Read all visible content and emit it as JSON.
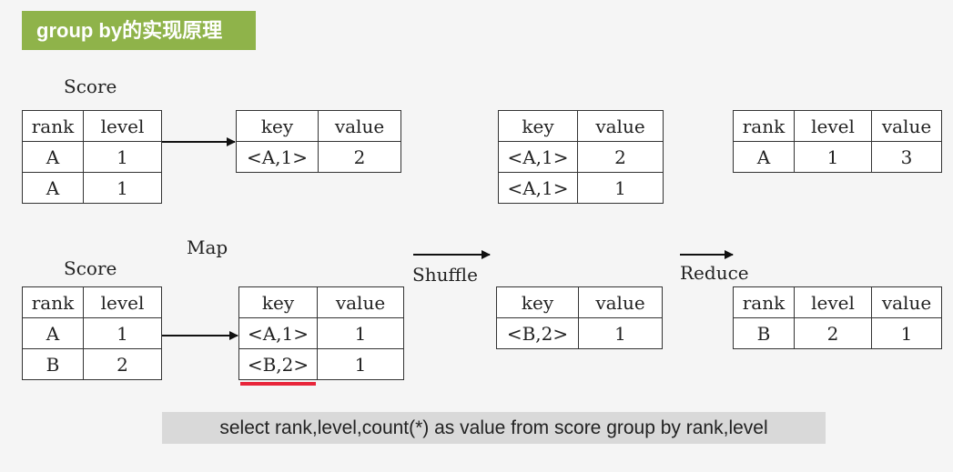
{
  "title": "group by的实现原理",
  "labels": {
    "score_top": "Score",
    "score_bottom": "Score",
    "map": "Map",
    "shuffle": "Shuffle",
    "reduce": "Reduce"
  },
  "tables": {
    "input_top": {
      "headers": [
        "rank",
        "level"
      ],
      "rows": [
        [
          "A",
          "1"
        ],
        [
          "A",
          "1"
        ]
      ]
    },
    "input_bottom": {
      "headers": [
        "rank",
        "level"
      ],
      "rows": [
        [
          "A",
          "1"
        ],
        [
          "B",
          "2"
        ]
      ]
    },
    "map_top": {
      "headers": [
        "key",
        "value"
      ],
      "rows": [
        [
          "<A,1>",
          "2"
        ]
      ]
    },
    "map_bottom": {
      "headers": [
        "key",
        "value"
      ],
      "rows": [
        [
          "<A,1>",
          "1"
        ],
        [
          "<B,2>",
          "1"
        ]
      ]
    },
    "shuffle_top": {
      "headers": [
        "key",
        "value"
      ],
      "rows": [
        [
          "<A,1>",
          "2"
        ],
        [
          "<A,1>",
          "1"
        ]
      ]
    },
    "shuffle_bottom": {
      "headers": [
        "key",
        "value"
      ],
      "rows": [
        [
          "<B,2>",
          "1"
        ]
      ]
    },
    "reduce_top": {
      "headers": [
        "rank",
        "level",
        "value"
      ],
      "rows": [
        [
          "A",
          "1",
          "3"
        ]
      ]
    },
    "reduce_bottom": {
      "headers": [
        "rank",
        "level",
        "value"
      ],
      "rows": [
        [
          "B",
          "2",
          "1"
        ]
      ]
    }
  },
  "sql": "select rank,level,count(*) as value from score group by rank,level",
  "colors": {
    "title_bg": "#8fb34a",
    "highlight": "#e8253a",
    "sql_bg": "#d9d9d9"
  }
}
